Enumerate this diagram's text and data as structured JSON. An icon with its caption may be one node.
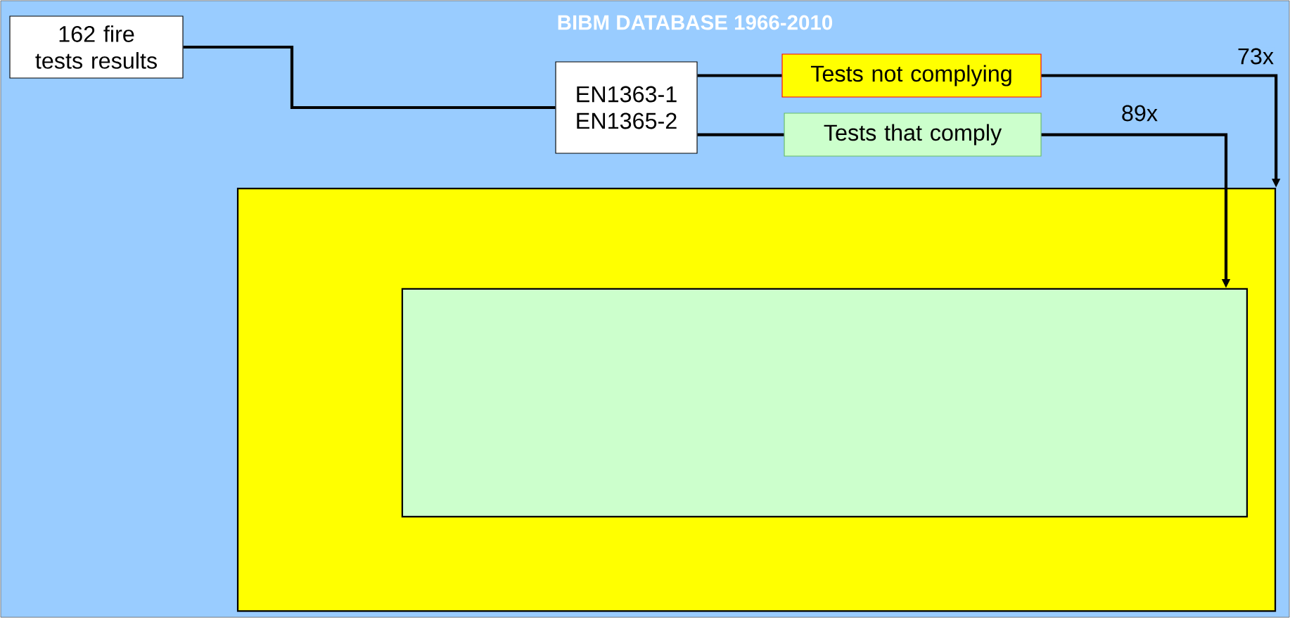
{
  "diagram": {
    "title": "BIBM DATABASE 1966-2010",
    "nodes": [
      {
        "text": [
          "162 fire tests results"
        ]
      },
      {
        "text": [
          "EN1363-1",
          "EN1365-2"
        ]
      },
      {
        "text": [
          "Tests not complying"
        ]
      },
      {
        "text": [
          "Tests that comply"
        ]
      },
      {
        "text": [],
        "shape": "box"
      },
      {
        "text": [],
        "shape": "box",
        "in": 4
      }
    ],
    "edges": [
      {
        "from": 0,
        "to": 1,
        "arrow": "none"
      },
      {
        "from": 1,
        "to": 2,
        "arrow": "none"
      },
      {
        "from": 1,
        "to": 3,
        "arrow": "none"
      },
      {
        "from": 2,
        "to": 4,
        "arrow": "to",
        "label": "73x"
      },
      {
        "from": 3,
        "to": 5,
        "arrow": "to",
        "label": "89x"
      }
    ]
  }
}
